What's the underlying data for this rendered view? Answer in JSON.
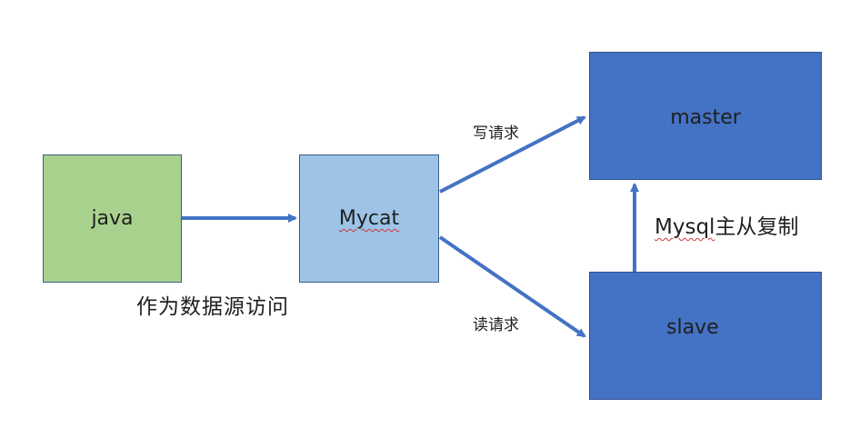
{
  "nodes": {
    "java": "java",
    "mycat": "Mycat",
    "master": "master",
    "slave": "slave"
  },
  "labels": {
    "datasource": "作为数据源访问",
    "write_request": "写请求",
    "read_request": "读请求",
    "replication_mysql": "Mysql",
    "replication_text": "主从复制"
  },
  "colors": {
    "java_fill": "#a9d18e",
    "mycat_fill": "#9dc3e6",
    "db_fill": "#4472c4",
    "arrow": "#4472c4"
  }
}
